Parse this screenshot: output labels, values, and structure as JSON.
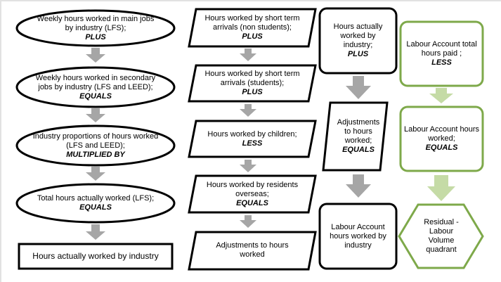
{
  "diagram": {
    "col1": {
      "n1": {
        "text": "Weekly hours worked in main jobs by industry (LFS); ",
        "emph": "PLUS"
      },
      "n2": {
        "text": "Weekly hours worked in secondary jobs by industry (LFS and LEED); ",
        "emph": "EQUALS"
      },
      "n3": {
        "text": "Industry proportions of hours worked (LFS and LEED); ",
        "emph": "MULTIPLIED BY"
      },
      "n4": {
        "text": "Total hours actually worked (LFS); ",
        "emph": "EQUALS"
      },
      "n5": {
        "text": "Hours actually worked by industry"
      }
    },
    "col2": {
      "n1": {
        "text": "Hours worked by short term arrivals (non students); ",
        "emph": "PLUS"
      },
      "n2": {
        "text": "Hours worked by short term arrivals (students); ",
        "emph": "PLUS"
      },
      "n3": {
        "text": "Hours worked by children; ",
        "emph": "LESS"
      },
      "n4": {
        "text": "Hours worked by residents overseas; ",
        "emph": "EQUALS"
      },
      "n5": {
        "text": "Adjustments to hours worked"
      }
    },
    "col3": {
      "n1": {
        "text": "Hours actually worked by industry; ",
        "emph": "PLUS"
      },
      "n2": {
        "text": "Adjustments to hours worked; ",
        "emph": "EQUALS"
      },
      "n3": {
        "text": "Labour Account hours worked by industry"
      }
    },
    "col4": {
      "n1": {
        "text": "Labour Account total hours paid ; ",
        "emph": "LESS"
      },
      "n2": {
        "text": "Labour Account hours worked; ",
        "emph": "EQUALS"
      },
      "n3": {
        "text": "Residual - Labour Volume quadrant"
      }
    },
    "colors": {
      "stroke": "#000000",
      "green": "#7ea94a",
      "arrow_grey": "#a6a6a6",
      "arrow_green": "#c5dba6"
    }
  }
}
